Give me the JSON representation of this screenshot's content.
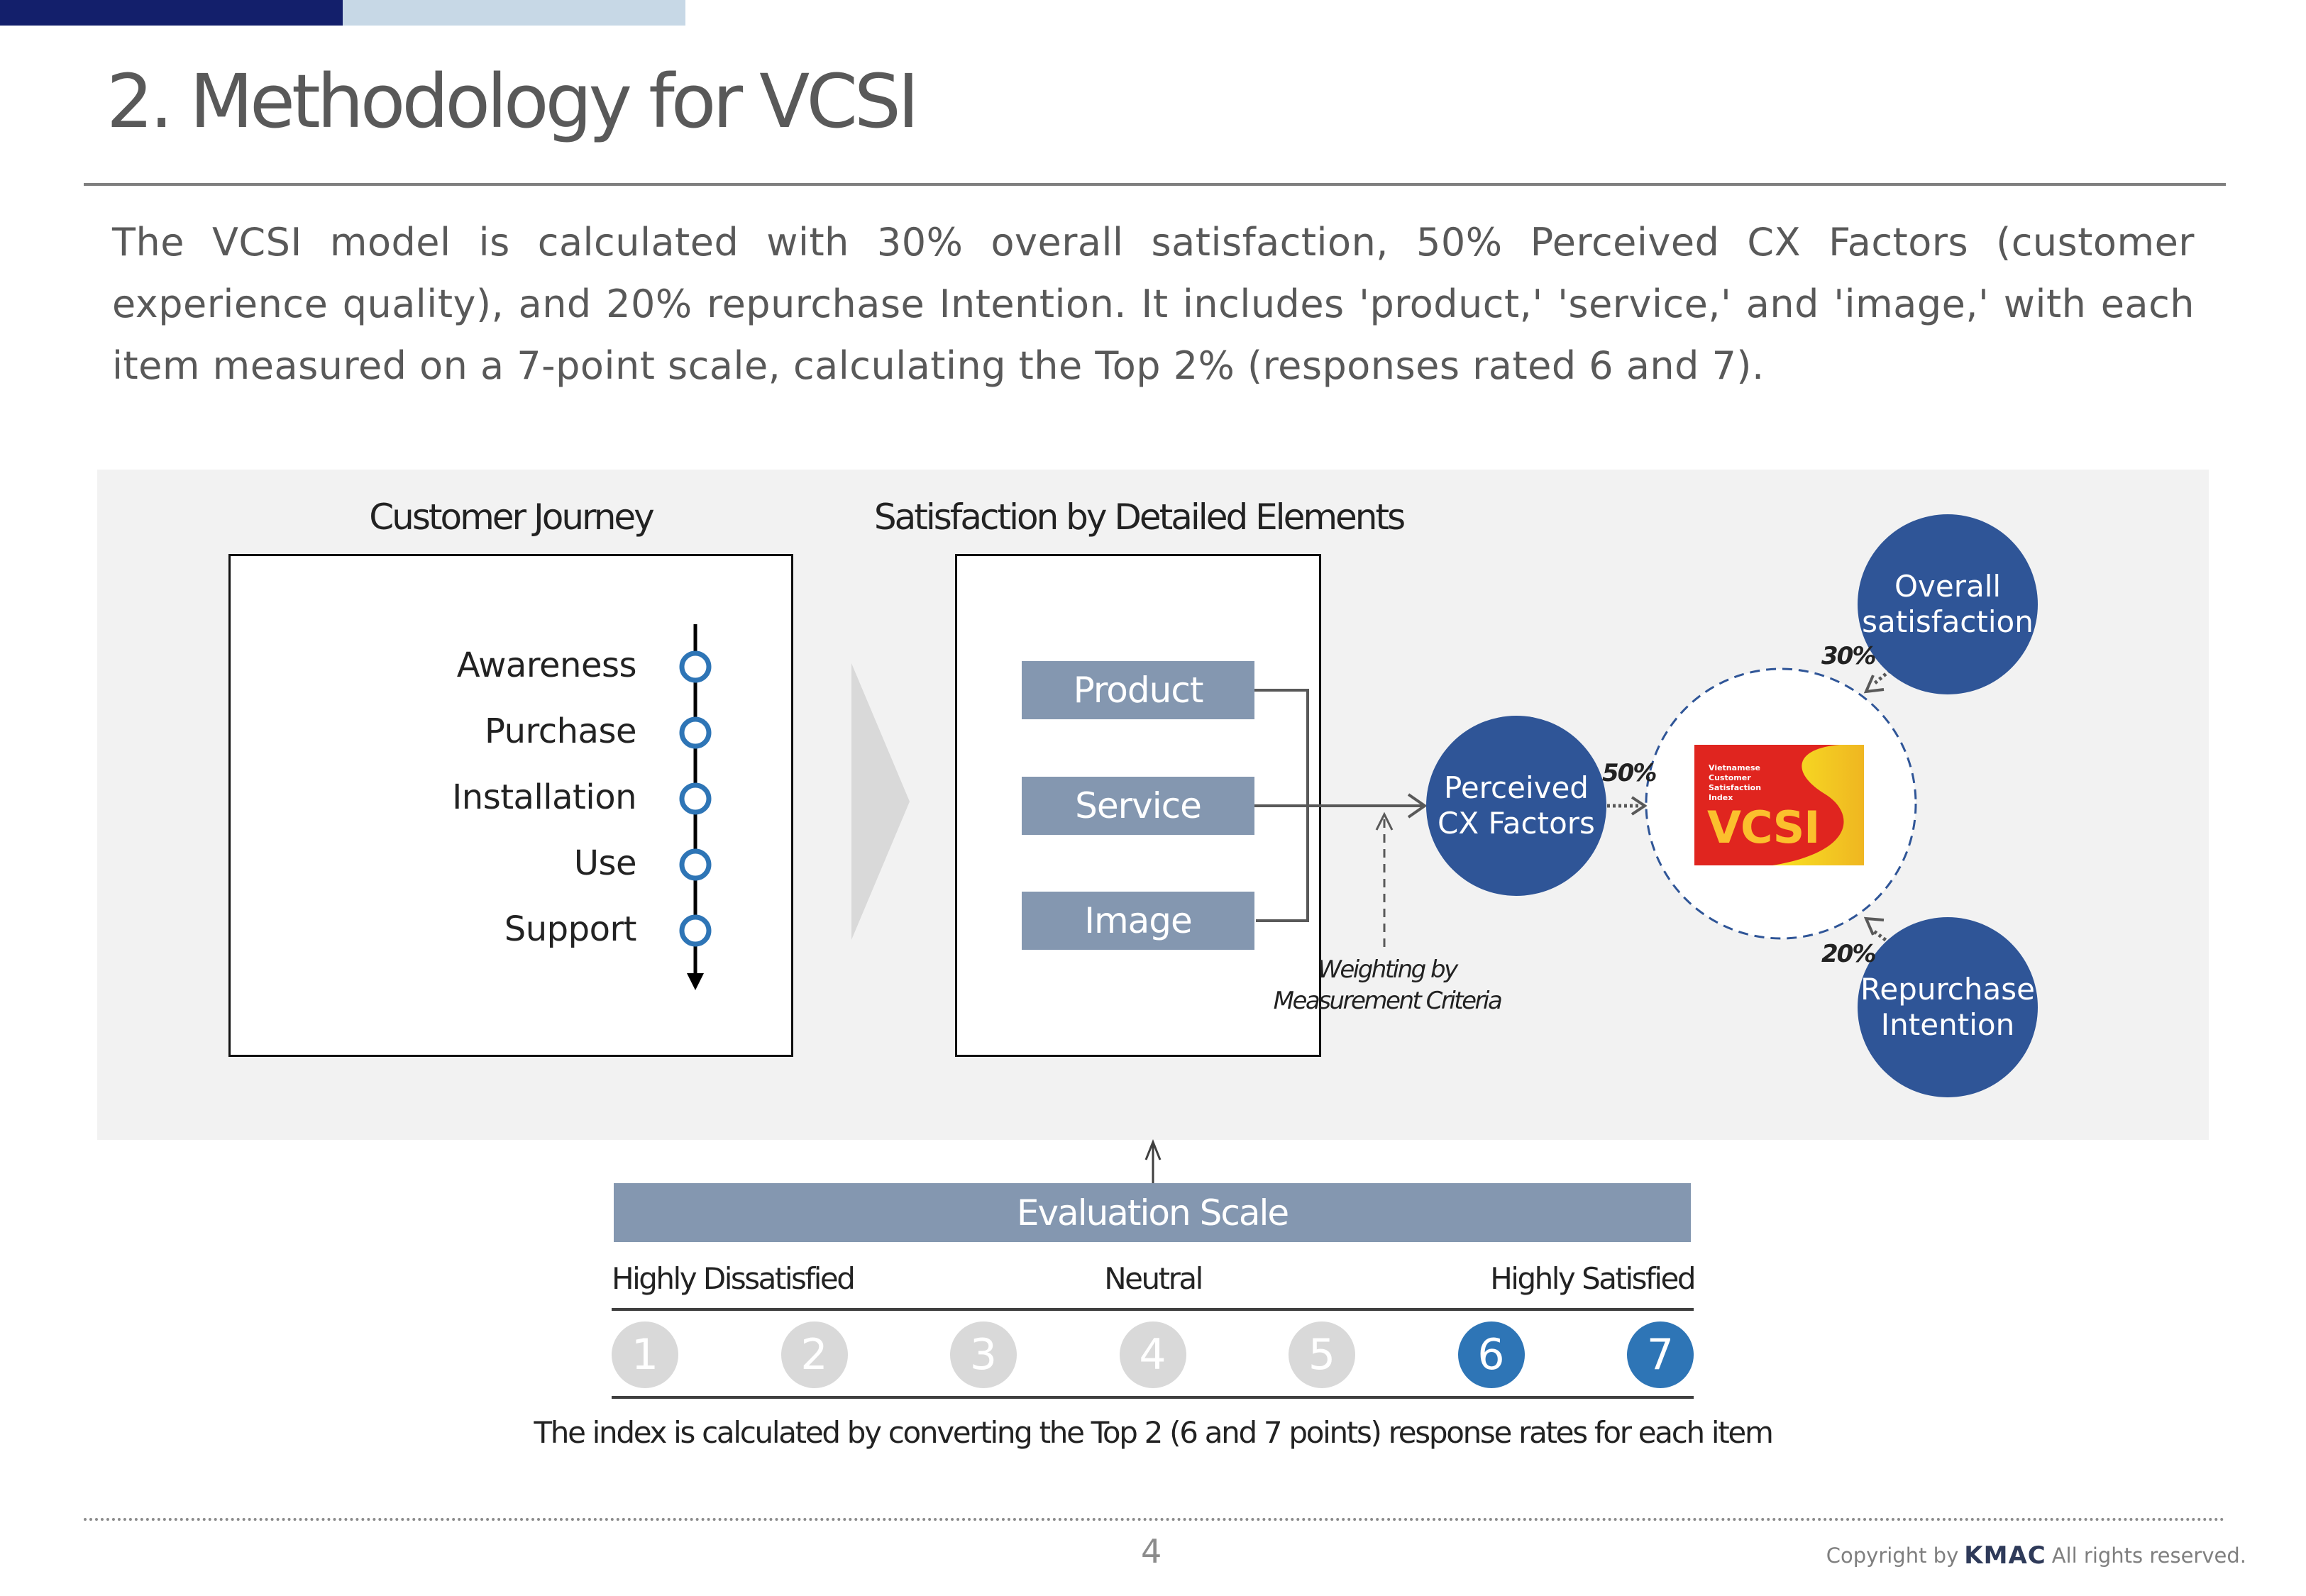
{
  "header": {
    "title": "2. Methodology for VCSI",
    "accent_colors": {
      "navy": "#131f6b",
      "light_blue": "#c7d8e6"
    }
  },
  "intro": {
    "text": "The VCSI model is calculated with 30% overall satisfaction, 50% Perceived CX Factors (customer experience quality), and 20% repurchase Intention. It includes 'product,' 'service,' and 'image,' with each item measured on a 7-point scale, calculating the Top 2% (responses rated 6 and 7)."
  },
  "diagram": {
    "customer_journey": {
      "title": "Customer Journey",
      "stages": [
        "Awareness",
        "Purchase",
        "Installation",
        "Use",
        "Support"
      ]
    },
    "detailed_elements": {
      "title": "Satisfaction by Detailed Elements",
      "items": [
        "Product",
        "Service",
        "Image"
      ]
    },
    "weighting_note": {
      "line1": "Weighting by",
      "line2": "Measurement Criteria"
    },
    "factors": {
      "perceived_cx": {
        "line1": "Perceived",
        "line2": "CX Factors",
        "weight": "50%"
      },
      "overall": {
        "line1": "Overall",
        "line2": "satisfaction",
        "weight": "30%"
      },
      "repurchase": {
        "line1": "Repurchase",
        "line2": "Intention",
        "weight": "20%"
      }
    },
    "logo": {
      "small_lines": [
        "Vietnamese",
        "Customer",
        "Satisfaction",
        "Index"
      ],
      "big": "VCSI",
      "colors": {
        "red": "#e0251f",
        "yellow": "#f9d423"
      }
    },
    "factor_color": "#2f5597"
  },
  "evaluation": {
    "title": "Evaluation Scale",
    "labels": {
      "low": "Highly Dissatisfied",
      "mid": "Neutral",
      "high": "Highly Satisfied"
    },
    "points": [
      {
        "value": "1",
        "top2": false
      },
      {
        "value": "2",
        "top2": false
      },
      {
        "value": "3",
        "top2": false
      },
      {
        "value": "4",
        "top2": false
      },
      {
        "value": "5",
        "top2": false
      },
      {
        "value": "6",
        "top2": true
      },
      {
        "value": "7",
        "top2": true
      }
    ],
    "footnote": "The index is calculated by converting the Top 2 (6 and 7 points) response rates for each item",
    "colors": {
      "top2": "#2e75b6",
      "other": "#d9d9d9"
    }
  },
  "footer": {
    "page_number": "4",
    "copyright_prefix": "Copyright by",
    "brand": "KMAC",
    "copyright_suffix": "All rights reserved."
  }
}
